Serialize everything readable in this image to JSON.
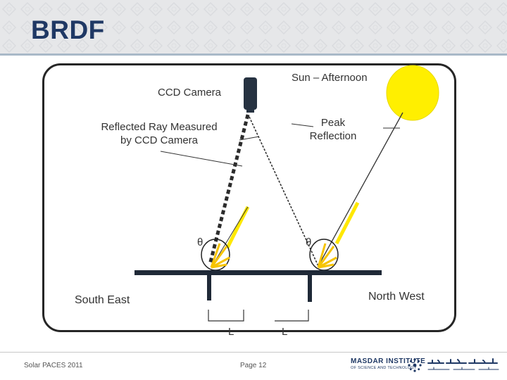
{
  "header": {
    "title": "BRDF"
  },
  "diagram": {
    "sun_label": "Sun – Afternoon",
    "camera_label": "CCD Camera",
    "reflected_label_line1": "Reflected Ray Measured",
    "reflected_label_line2": "by CCD Camera",
    "peak_label_line1": "Peak",
    "peak_label_line2": "Reflection",
    "theta_left": "θ",
    "theta_right": "θ",
    "south_east_label": "South East",
    "north_west_label": "North West",
    "length_left": "L",
    "length_right": "L",
    "colors": {
      "sun": "#ffef00",
      "ray_yellow": "#ffe800",
      "frame": "#262626",
      "title": "#1f3864"
    }
  },
  "footer": {
    "left_text": "Solar PACES 2011",
    "page_text": "Page 12",
    "logo_main": "MASDAR INSTITUTE",
    "logo_sub": "OF SCIENCE AND TECHNOLOGY"
  }
}
